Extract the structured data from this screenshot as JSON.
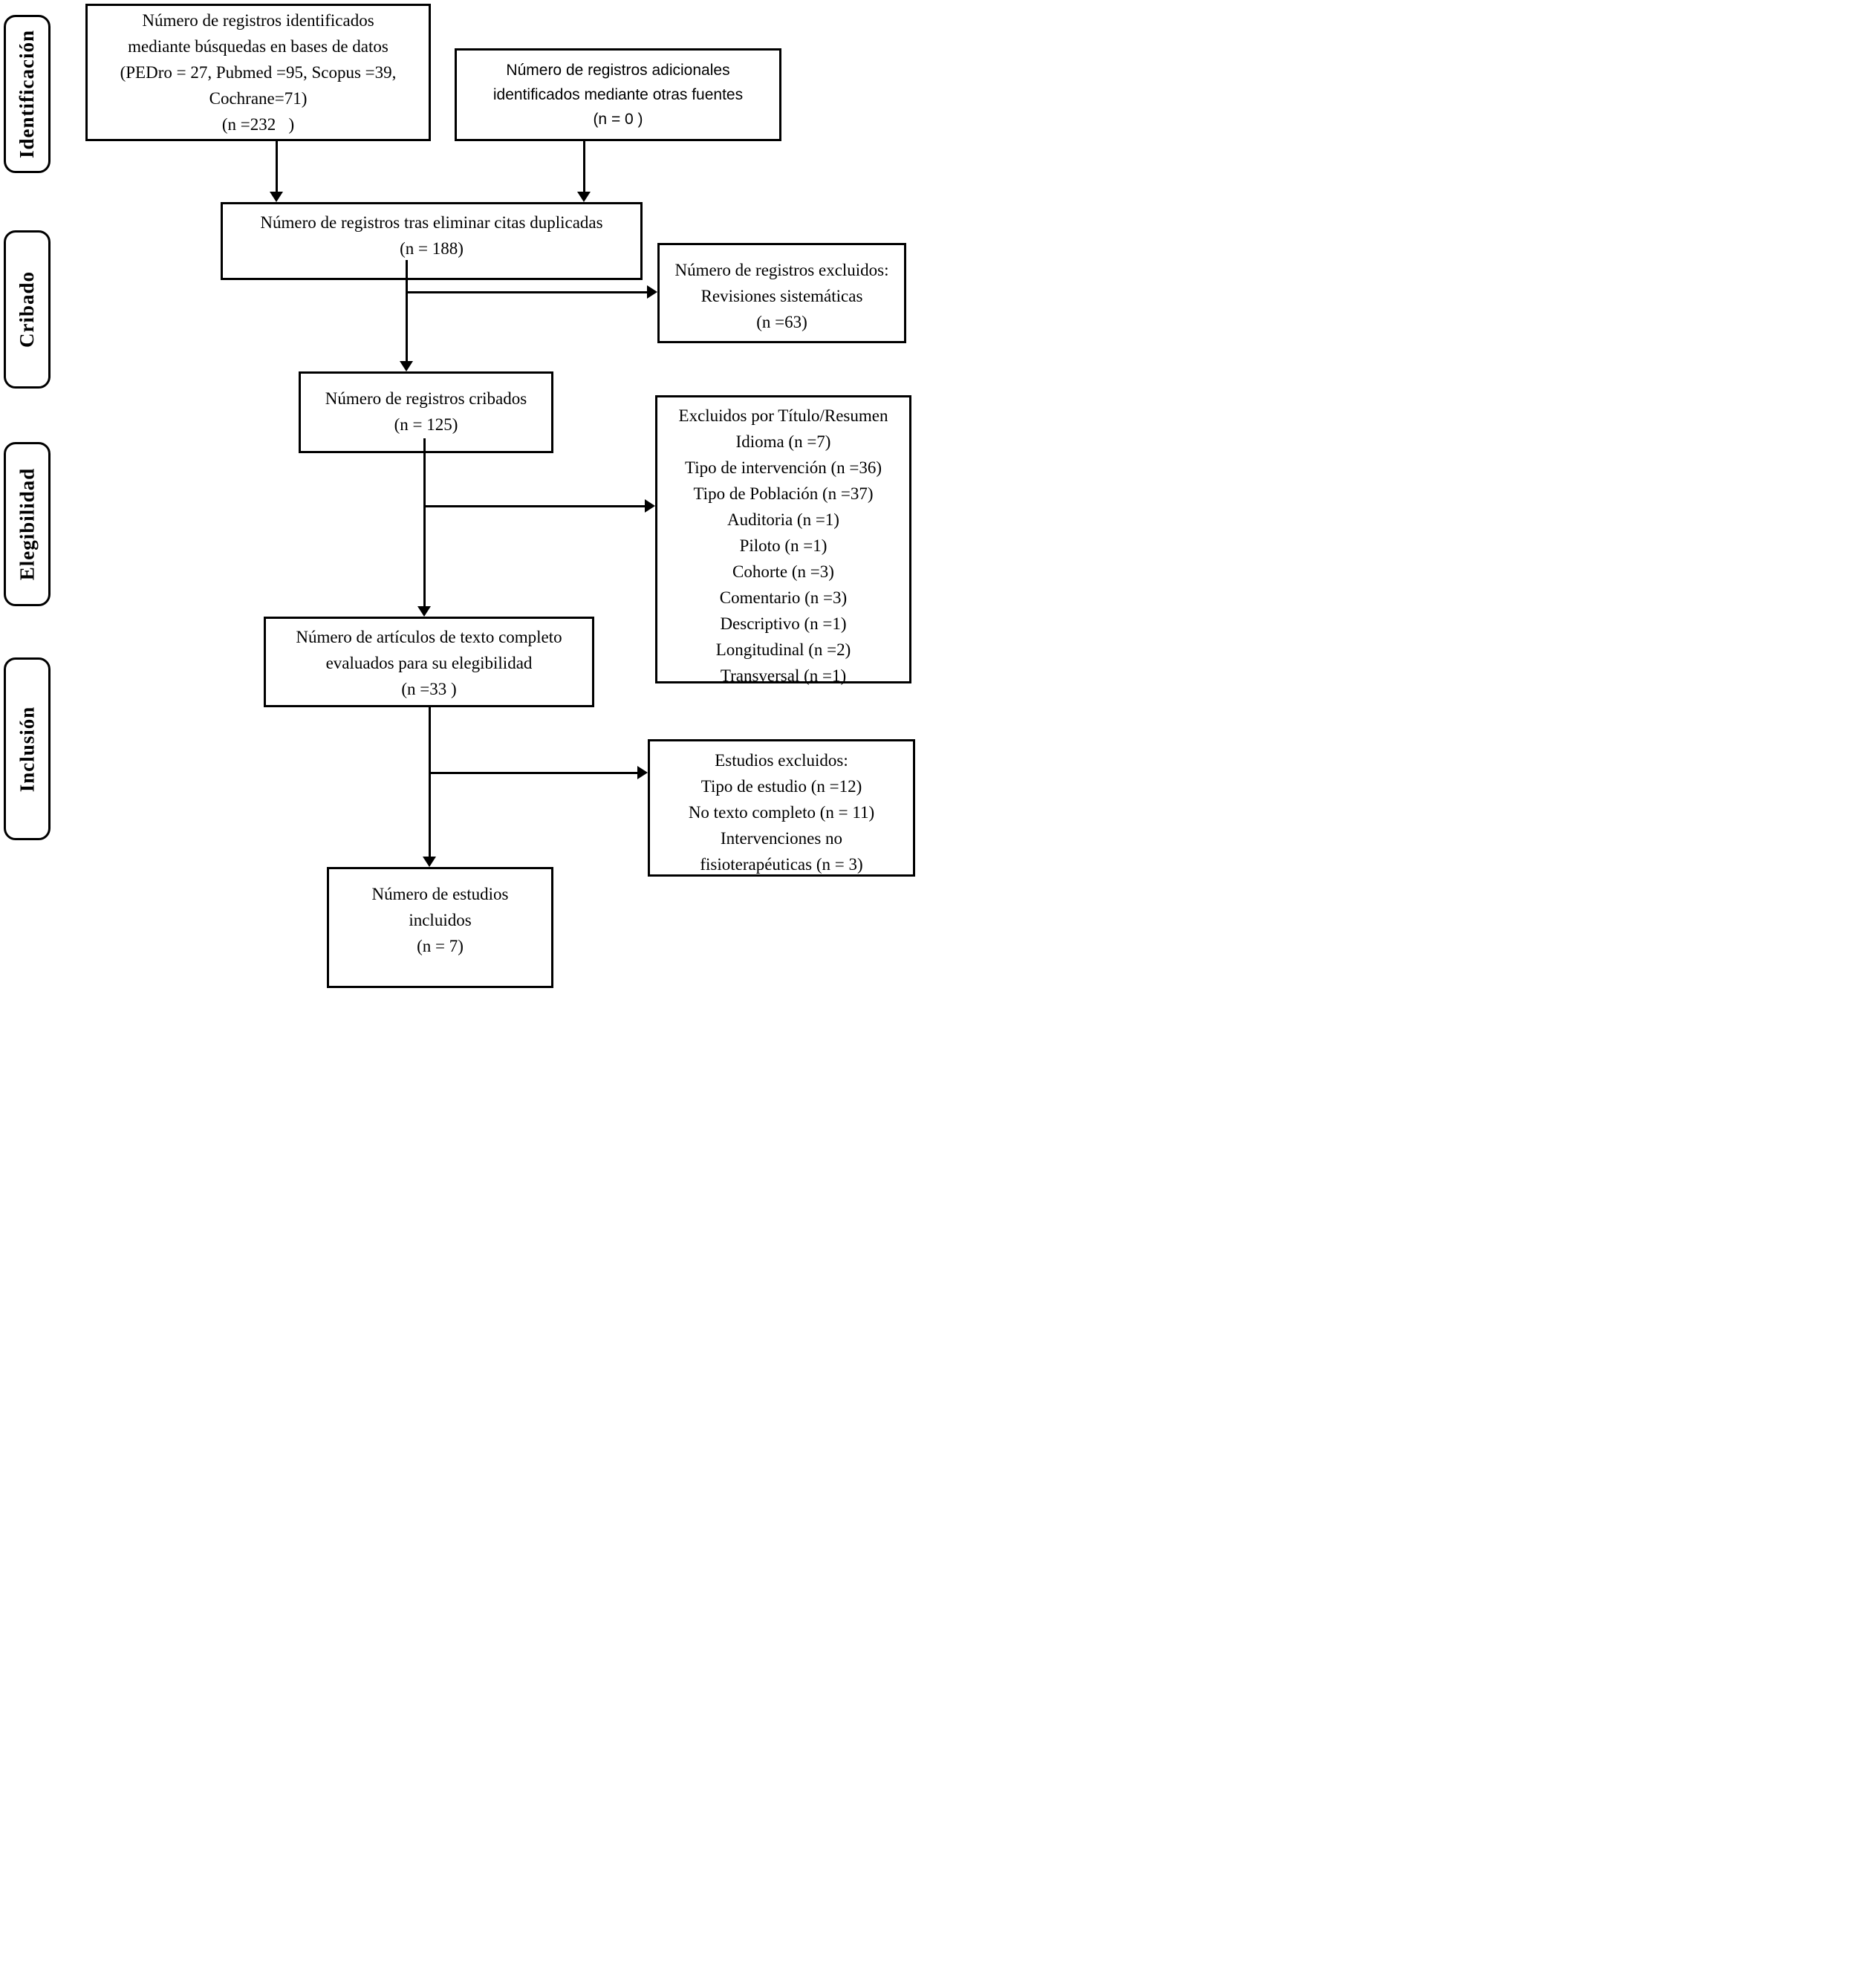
{
  "stages": [
    {
      "label": "Identificación"
    },
    {
      "label": "Cribado"
    },
    {
      "label": "Elegibilidad"
    },
    {
      "label": "Inclusión"
    }
  ],
  "nodes": {
    "identified": {
      "lines": [
        "Número de registros identificados",
        "mediante búsquedas en bases de datos",
        "(PEDro = 27, Pubmed =95, Scopus =39,",
        "Cochrane=71)",
        "(n =232   )"
      ]
    },
    "additional": {
      "lines": [
        "Número de registros adicionales",
        "identificados mediante otras fuentes",
        "(n = 0 )"
      ]
    },
    "deduplicated": {
      "lines": [
        "Número de registros tras eliminar citas duplicadas",
        "(n = 188)"
      ]
    },
    "excluded_records": {
      "lines": [
        "Número de registros excluidos:",
        "Revisiones sistemáticas",
        "(n =63)"
      ]
    },
    "screened": {
      "lines": [
        "Número de registros cribados",
        "(n = 125)"
      ]
    },
    "excluded_title_abstract": {
      "lines": [
        "Excluidos por Título/Resumen",
        "Idioma (n =7)",
        "Tipo de intervención (n =36)",
        "Tipo de Población (n =37)",
        "Auditoria (n =1)",
        "Piloto (n =1)",
        "Cohorte (n =3)",
        "Comentario (n =3)",
        "Descriptivo (n =1)",
        "Longitudinal (n =2)",
        "Transversal (n =1)"
      ]
    },
    "fulltext": {
      "lines": [
        "Número de artículos de texto completo",
        "evaluados para su elegibilidad",
        "(n =33 )"
      ]
    },
    "excluded_studies": {
      "lines": [
        "Estudios excluidos:",
        "Tipo de estudio (n =12)",
        "No texto completo (n = 11)",
        "Intervenciones no",
        "fisioterapéuticas (n = 3)"
      ]
    },
    "included": {
      "lines": [
        "Número de estudios",
        "incluidos",
        "(n = 7)"
      ]
    }
  },
  "colors": {
    "ink": "#000000",
    "background": "#ffffff"
  }
}
